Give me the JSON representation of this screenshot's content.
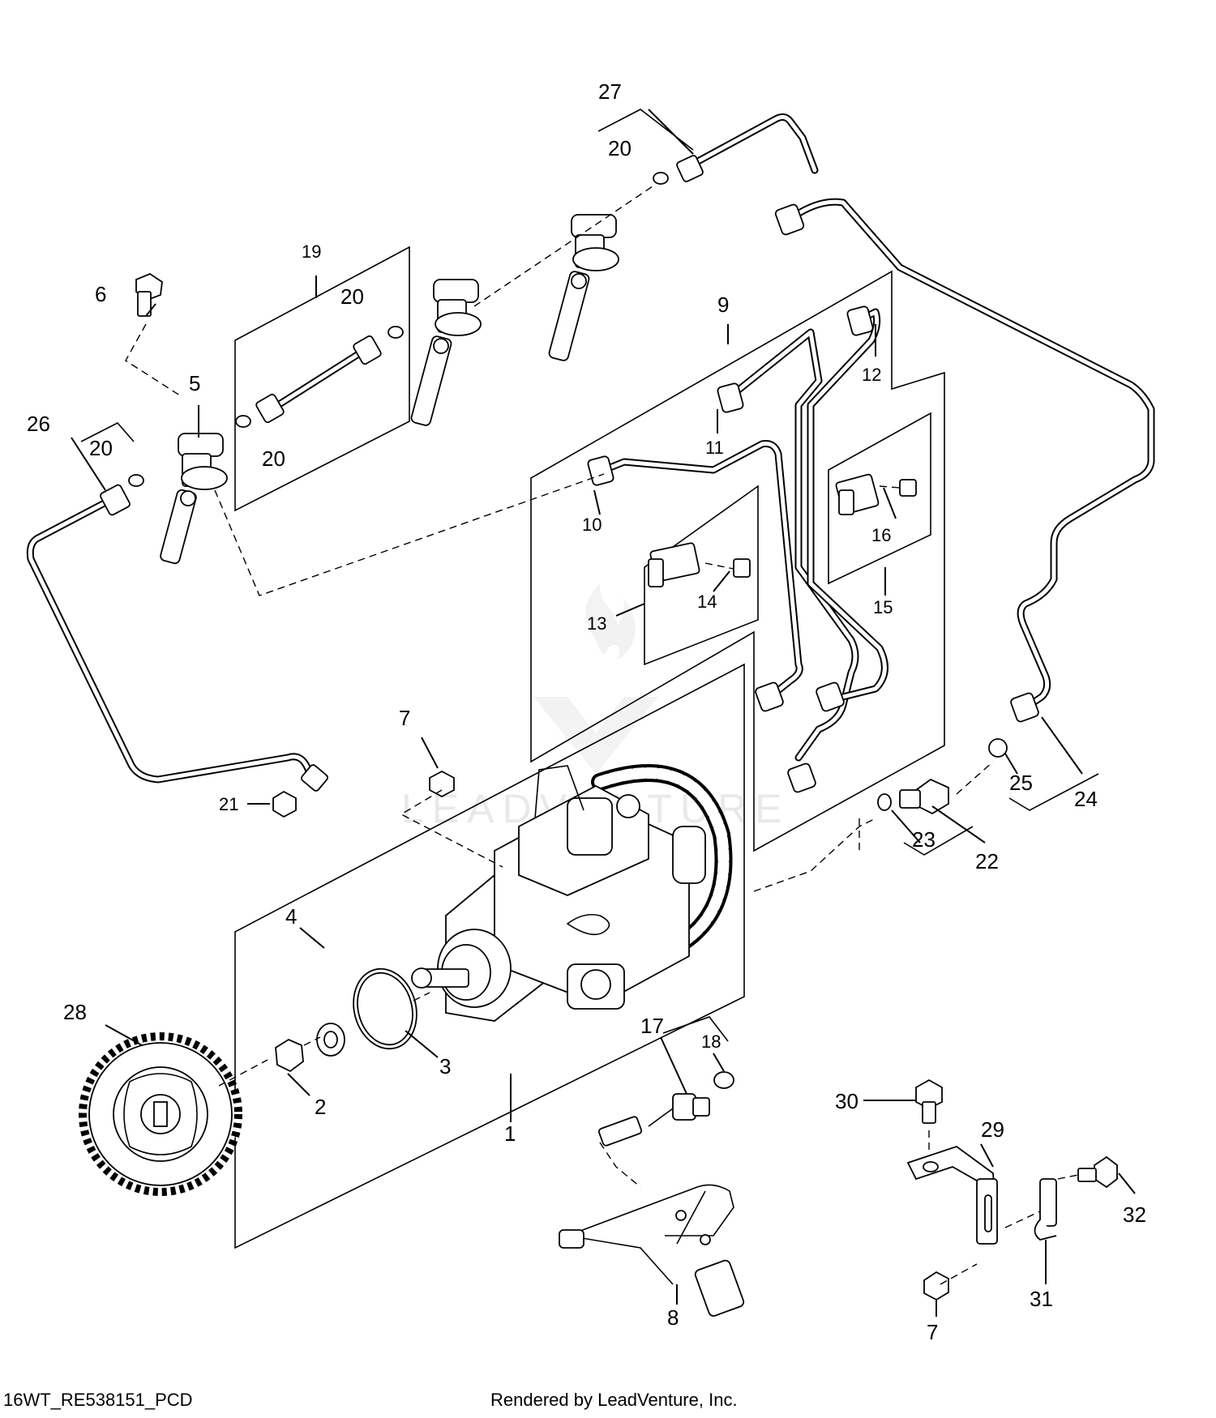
{
  "diagram_code": "16WT_RE538151_PCD",
  "rendered_by": "Rendered by LeadVenture, Inc.",
  "watermark": "LEADVENTURE",
  "callouts": {
    "c1": "1",
    "c2": "2",
    "c3": "3",
    "c4": "4",
    "c5": "5",
    "c6": "6",
    "c7a": "7",
    "c7b": "7",
    "c8": "8",
    "c9": "9",
    "c10": "10",
    "c11": "11",
    "c12": "12",
    "c13": "13",
    "c14": "14",
    "c15": "15",
    "c16": "16",
    "c17": "17",
    "c18": "18",
    "c19": "19",
    "c20a": "20",
    "c20b": "20",
    "c20c": "20",
    "c20d": "20",
    "c21": "21",
    "c22": "22",
    "c23": "23",
    "c24": "24",
    "c25": "25",
    "c26": "26",
    "c27": "27",
    "c28": "28",
    "c29": "29",
    "c30": "30",
    "c31": "31",
    "c32": "32"
  }
}
